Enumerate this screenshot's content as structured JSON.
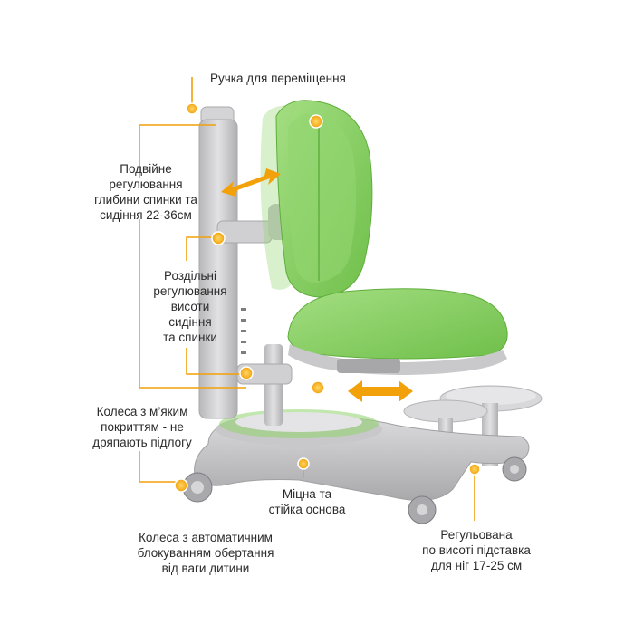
{
  "labels": {
    "handle": "Ручка для переміщення",
    "depth_adjust": [
      "Подвійне",
      "регулювання",
      "глибини спинки та",
      "сидіння 22-36см"
    ],
    "height_adjust": [
      "Роздільні",
      "регулювання",
      "висоти",
      "сидіння",
      "та спинки"
    ],
    "soft_wheels": [
      "Колеса з м’яким",
      "покриттям - не",
      "дряпають підлогу"
    ],
    "base": [
      "Міцна та",
      "стійка основа"
    ],
    "lock_wheels": [
      "Колеса з автоматичним",
      "блокуванням обертання",
      "від ваги дитини"
    ],
    "footrest": [
      "Регульована",
      "по висоті підставка",
      "для ніг 17-25 см"
    ]
  },
  "colors": {
    "accent": "#f2a10a",
    "upholstery": "#8fd36b",
    "upholstery_dark": "#6fbf4a",
    "frame": "#c9c9cb",
    "frame_dark": "#9d9da0"
  },
  "icons": [
    "marker-dot-icon",
    "double-arrow-icon"
  ]
}
